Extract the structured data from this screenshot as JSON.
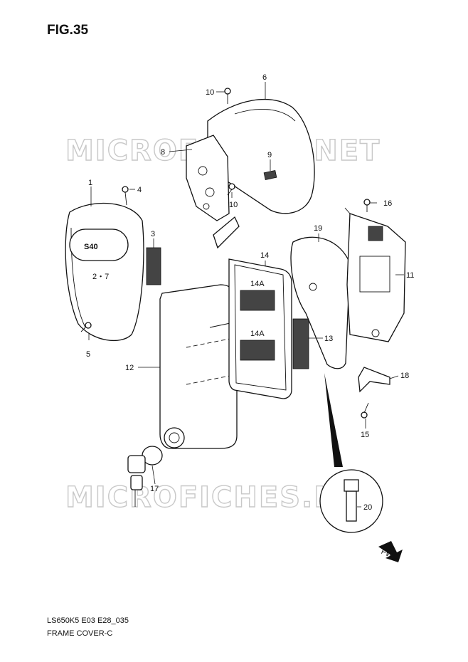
{
  "title": "FIG.35",
  "footer": {
    "code": "LS650K5 E03 E28_035",
    "name": "FRAME COVER-C"
  },
  "watermark": "MICROFICHES.NET",
  "emblem_text": "S40",
  "fwd_label": "FWD",
  "callouts": {
    "c1": "1",
    "c2_7": "2・7",
    "c3": "3",
    "c4": "4",
    "c5": "5",
    "c6": "6",
    "c8": "8",
    "c9": "9",
    "c10a": "10",
    "c10b": "10",
    "c11": "11",
    "c12": "12",
    "c13": "13",
    "c14": "14",
    "c14a1": "14A",
    "c14a2": "14A",
    "c15": "15",
    "c16": "16",
    "c17": "17",
    "c18": "18",
    "c19": "19",
    "c20": "20"
  }
}
